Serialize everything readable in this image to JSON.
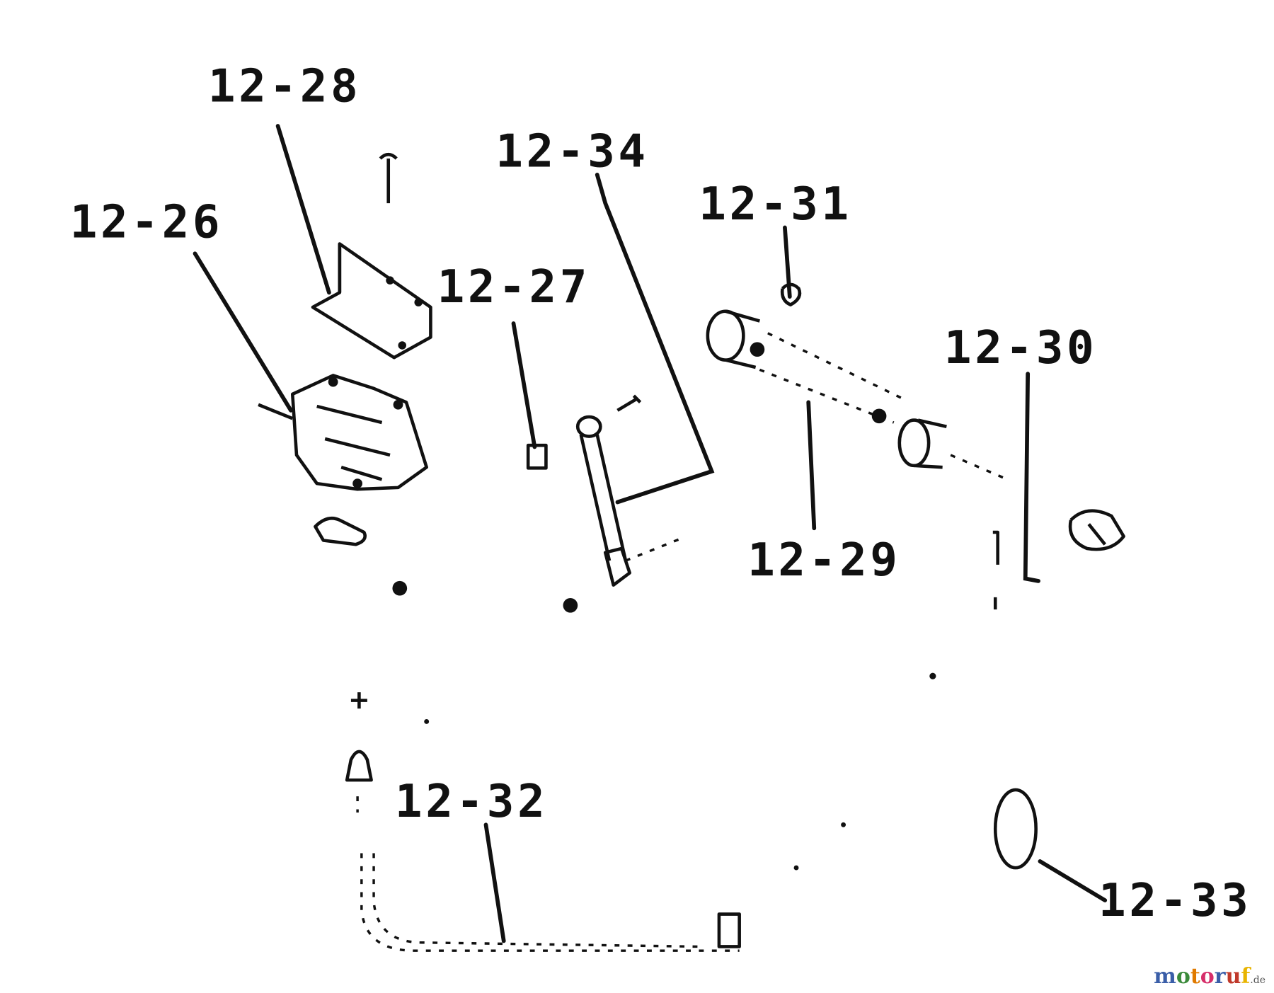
{
  "labels": {
    "p26": "12-26",
    "p27": "12-27",
    "p28": "12-28",
    "p29": "12-29",
    "p30": "12-30",
    "p31": "12-31",
    "p32": "12-32",
    "p33": "12-33",
    "p34": "12-34"
  },
  "watermark": {
    "text": "motoruf",
    "suffix": ".de",
    "colors": [
      "#3a5ea8",
      "#3a8a3a",
      "#e07a00",
      "#d62e6a",
      "#3a5ea8",
      "#c0392b",
      "#e8b400"
    ]
  }
}
